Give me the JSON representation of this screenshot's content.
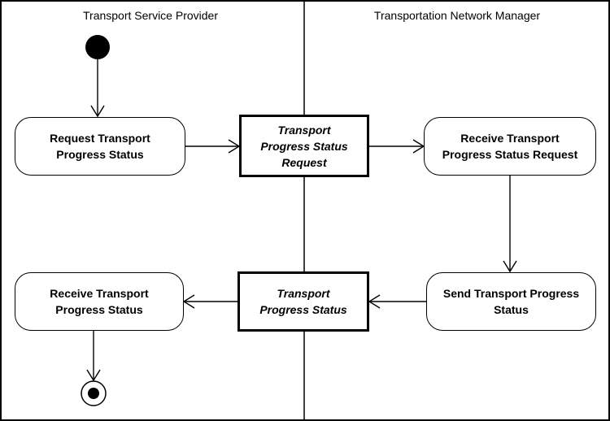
{
  "lanes": {
    "left_title": "Transport Service Provider",
    "right_title": "Transportation Network Manager"
  },
  "activities": {
    "request_status": "Request Transport\nProgress Status",
    "receive_request": "Receive Transport\nProgress Status Request",
    "send_status": "Send Transport Progress\nStatus",
    "receive_status": "Receive Transport\nProgress Status"
  },
  "objects": {
    "status_request": "Transport\nProgress Status\nRequest",
    "status": "Transport\nProgress Status"
  },
  "colors": {
    "line": "#000000",
    "background": "#ffffff"
  }
}
